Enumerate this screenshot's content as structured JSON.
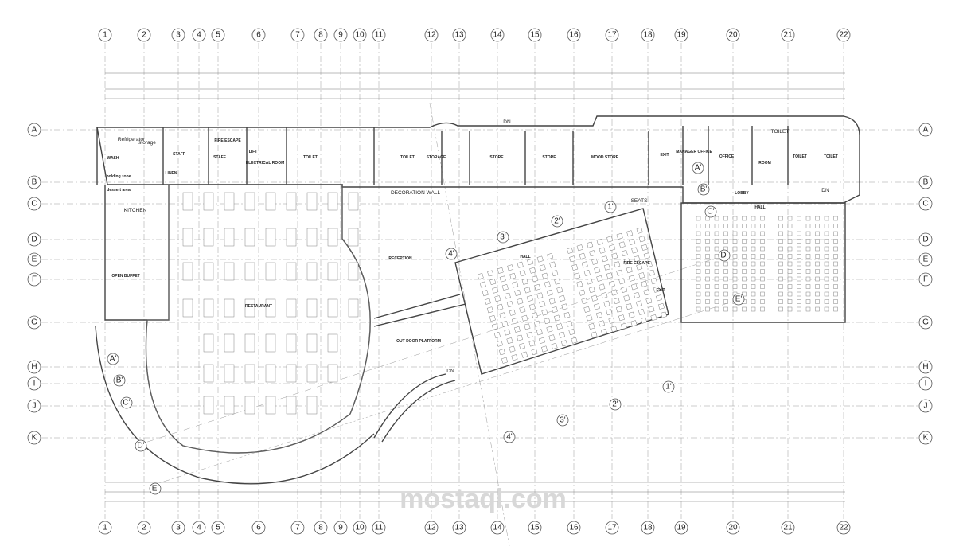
{
  "drawing": {
    "columns": [
      "1",
      "2",
      "3",
      "4",
      "5",
      "6",
      "7",
      "8",
      "9",
      "10",
      "11",
      "12",
      "13",
      "14",
      "15",
      "16",
      "17",
      "18",
      "19",
      "20",
      "21",
      "22"
    ],
    "rows": [
      "A",
      "B",
      "C",
      "D",
      "E",
      "F",
      "G",
      "H",
      "I",
      "J",
      "K"
    ],
    "section_markers": [
      "1'",
      "2'",
      "3'",
      "4'",
      "A'",
      "B'",
      "C'",
      "D'",
      "E'"
    ],
    "rooms": [
      {
        "label": "Refrigerator"
      },
      {
        "label": "storage"
      },
      {
        "label": "KITCHEN"
      },
      {
        "label": "WASH"
      },
      {
        "label": "holding zone"
      },
      {
        "label": "dessert area"
      },
      {
        "label": "OPEN BUFFET"
      },
      {
        "label": "STAFF"
      },
      {
        "label": "LINEN"
      },
      {
        "label": "STAFF"
      },
      {
        "label": "FIRE ESCAPE"
      },
      {
        "label": "ELECTRICAL ROOM"
      },
      {
        "label": "TOILET"
      },
      {
        "label": "TOILET"
      },
      {
        "label": "STORAGE"
      },
      {
        "label": "STORE"
      },
      {
        "label": "STORE"
      },
      {
        "label": "MOOD STORE"
      },
      {
        "label": "EXIT"
      },
      {
        "label": "MANAGER OFFICE"
      },
      {
        "label": "OFFICE"
      },
      {
        "label": "ROOM"
      },
      {
        "label": "TOILET"
      },
      {
        "label": "TOILET"
      },
      {
        "label": "TOILET"
      },
      {
        "label": "LOBBY"
      },
      {
        "label": "HALL"
      },
      {
        "label": "RESTAURANT"
      },
      {
        "label": "RECEPTION"
      },
      {
        "label": "OUT DOOR PLATFORM"
      },
      {
        "label": "HALL"
      },
      {
        "label": "FIRE ESCAPE"
      },
      {
        "label": "EXIT"
      }
    ],
    "annotations": {
      "decoration_wall": "DECORATION WALL",
      "seats": "SEATS",
      "dn": "DN",
      "lift": "LIFT"
    },
    "watermark": "mostaql.com",
    "line_color": "#444444"
  }
}
